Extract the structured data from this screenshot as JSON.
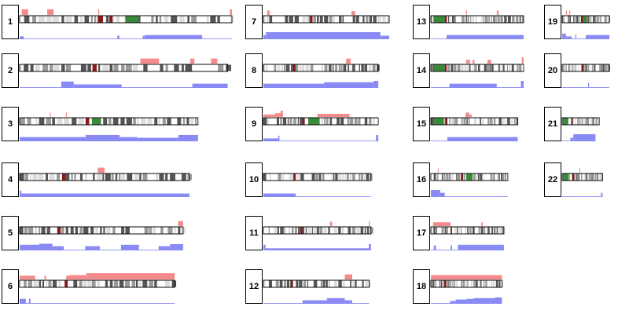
{
  "colors": {
    "gain": "#f48a8a",
    "loss": "#8a8af4",
    "centromere": "#8a1a1a",
    "highlight": "#3a8a3a",
    "band_dark": "#555555",
    "band_mid": "#999999",
    "band_light": "#dddddd"
  },
  "chromosomes": [
    {
      "label": "1",
      "size": 1.0,
      "loss": [
        [
          0,
          0.02,
          0.4
        ],
        [
          0.02,
          0.46,
          0.1
        ],
        [
          0.46,
          0.47,
          0.5
        ],
        [
          0.47,
          0.58,
          0.1
        ],
        [
          0.58,
          0.59,
          0.5
        ],
        [
          0.59,
          0.86,
          0.6
        ],
        [
          0.86,
          1,
          0.1
        ]
      ],
      "gain": [
        [
          0.01,
          0.04,
          0.9
        ],
        [
          0.13,
          0.16,
          0.9
        ],
        [
          0.37,
          0.375,
          0.9
        ],
        [
          0.99,
          1,
          0.9
        ]
      ],
      "marks": [
        {
          "p": 0.38,
          "c": "centromere",
          "w": 0.025
        },
        {
          "p": 0.43,
          "c": "centromere",
          "w": 0.015
        },
        {
          "p": 0.53,
          "c": "highlight",
          "w": 0.06
        }
      ]
    },
    {
      "label": "2",
      "size": 0.98,
      "loss": [
        [
          0,
          0.2,
          0.1
        ],
        [
          0.2,
          0.26,
          0.9
        ],
        [
          0.26,
          0.49,
          0.5
        ],
        [
          0.49,
          0.83,
          0.1
        ],
        [
          0.83,
          1,
          0.6
        ]
      ],
      "gain": [
        [
          0.58,
          0.67,
          0.8
        ],
        [
          0.82,
          0.84,
          0.8
        ],
        [
          0.92,
          0.95,
          0.8
        ]
      ],
      "marks": [
        {
          "p": 0.36,
          "c": "centromere",
          "w": 0.02
        }
      ]
    },
    {
      "label": "3",
      "size": 0.84,
      "loss": [
        [
          0,
          0.37,
          0.6
        ],
        [
          0.37,
          0.56,
          0.9
        ],
        [
          0.56,
          0.66,
          0.6
        ],
        [
          0.66,
          0.89,
          0.5
        ],
        [
          0.89,
          1,
          0.9
        ]
      ],
      "gain": [
        [
          0.17,
          0.175,
          0.7
        ],
        [
          0.26,
          0.265,
          0.7
        ]
      ],
      "marks": [
        {
          "p": 0.38,
          "c": "centromere",
          "w": 0.02
        },
        {
          "p": 0.43,
          "c": "highlight",
          "w": 0.05
        }
      ]
    },
    {
      "label": "4",
      "size": 0.8,
      "loss": [
        [
          0,
          0.01,
          0.9
        ],
        [
          0.01,
          1,
          0.5
        ]
      ],
      "gain": [
        [
          0.46,
          0.5,
          0.8
        ]
      ],
      "marks": [
        {
          "p": 0.26,
          "c": "centromere",
          "w": 0.02
        }
      ]
    },
    {
      "label": "5",
      "size": 0.77,
      "loss": [
        [
          0,
          0.12,
          0.8
        ],
        [
          0.12,
          0.2,
          0.95
        ],
        [
          0.2,
          0.27,
          0.6
        ],
        [
          0.27,
          0.4,
          0.1
        ],
        [
          0.4,
          0.49,
          0.6
        ],
        [
          0.49,
          0.62,
          0.1
        ],
        [
          0.62,
          0.73,
          0.8
        ],
        [
          0.73,
          0.85,
          0.1
        ],
        [
          0.85,
          0.92,
          0.6
        ],
        [
          0.92,
          1,
          0.9
        ]
      ],
      "gain": [
        [
          0.97,
          1,
          0.8
        ]
      ],
      "marks": [
        {
          "p": 0.24,
          "c": "centromere",
          "w": 0.02
        }
      ]
    },
    {
      "label": "6",
      "size": 0.73,
      "loss": [
        [
          0,
          0.04,
          0.7
        ],
        [
          0.04,
          0.06,
          0.1
        ],
        [
          0.06,
          0.07,
          0.7
        ],
        [
          0.07,
          1,
          0.1
        ]
      ],
      "gain": [
        [
          0,
          0.1,
          0.6
        ],
        [
          0.16,
          0.17,
          0.6
        ],
        [
          0.3,
          0.33,
          0.6
        ],
        [
          0.32,
          0.43,
          0.7
        ],
        [
          0.43,
          1,
          1.0
        ]
      ],
      "marks": [
        {
          "p": 0.3,
          "c": "centromere",
          "w": 0.02
        }
      ]
    },
    {
      "label": "7",
      "size": 0.69,
      "loss": [
        [
          0,
          0.02,
          0.6
        ],
        [
          0.02,
          0.93,
          1.0
        ],
        [
          0.93,
          1,
          0.5
        ]
      ],
      "gain": [
        [
          0.03,
          0.05,
          0.7
        ],
        [
          0.7,
          0.73,
          0.6
        ]
      ],
      "marks": [
        {
          "p": 0.38,
          "c": "centromere",
          "w": 0.02
        }
      ]
    },
    {
      "label": "8",
      "size": 0.63,
      "loss": [
        [
          0,
          0.53,
          0.6
        ],
        [
          0.53,
          0.96,
          0.8
        ],
        [
          0.96,
          1,
          1.0
        ]
      ],
      "gain": [
        [
          0.72,
          0.76,
          0.8
        ]
      ],
      "marks": [
        {
          "p": 0.27,
          "c": "centromere",
          "w": 0.02
        }
      ]
    },
    {
      "label": "9",
      "size": 0.63,
      "loss": [
        [
          0,
          0.13,
          0.4
        ],
        [
          0.13,
          0.14,
          0.8
        ],
        [
          0.14,
          0.98,
          0.1
        ],
        [
          0.98,
          1,
          0.9
        ]
      ],
      "gain": [
        [
          0,
          0.1,
          0.4
        ],
        [
          0.1,
          0.16,
          0.6
        ],
        [
          0.15,
          0.17,
          1.0
        ],
        [
          0.47,
          0.75,
          0.5
        ]
      ],
      "marks": [
        {
          "p": 0.35,
          "c": "centromere",
          "w": 0.02
        },
        {
          "p": 0.44,
          "c": "highlight",
          "w": 0.1
        }
      ]
    },
    {
      "label": "10",
      "size": 0.59,
      "loss": [
        [
          0,
          0.3,
          0.5
        ],
        [
          0.3,
          1,
          0.1
        ]
      ],
      "gain": [],
      "marks": [
        {
          "p": 0.29,
          "c": "centromere",
          "w": 0.02
        }
      ]
    },
    {
      "label": "11",
      "size": 0.59,
      "loss": [
        [
          0,
          0.02,
          0.8
        ],
        [
          0.02,
          0.98,
          0.3
        ],
        [
          0.98,
          1,
          0.9
        ]
      ],
      "gain": [
        [
          0.62,
          0.64,
          0.7
        ],
        [
          0.98,
          0.99,
          0.8
        ]
      ],
      "marks": [
        {
          "p": 0.35,
          "c": "centromere",
          "w": 0.02
        }
      ]
    },
    {
      "label": "12",
      "size": 0.58,
      "loss": [
        [
          0,
          0.37,
          0.1
        ],
        [
          0.37,
          0.6,
          0.5
        ],
        [
          0.6,
          0.77,
          0.8
        ],
        [
          0.77,
          0.84,
          0.5
        ],
        [
          0.84,
          1,
          0.1
        ]
      ],
      "gain": [
        [
          0.77,
          0.84,
          0.8
        ]
      ],
      "marks": [
        {
          "p": 0.27,
          "c": "centromere",
          "w": 0.02
        }
      ]
    },
    {
      "label": "13",
      "size": 0.47,
      "loss": [
        [
          0,
          0.17,
          0.1
        ],
        [
          0.17,
          1,
          0.6
        ]
      ],
      "gain": [
        [
          0.38,
          0.39,
          0.7
        ],
        [
          0.71,
          0.73,
          0.7
        ]
      ],
      "marks": [
        {
          "p": 0.09,
          "c": "highlight",
          "w": 0.12
        },
        {
          "p": 0.16,
          "c": "centromere",
          "w": 0.02
        }
      ]
    },
    {
      "label": "14",
      "size": 0.47,
      "loss": [
        [
          0,
          0.2,
          0.1
        ],
        [
          0.2,
          0.71,
          0.6
        ],
        [
          0.71,
          0.97,
          0.1
        ],
        [
          0.97,
          1,
          1.0
        ]
      ],
      "gain": [
        [
          0.38,
          0.42,
          0.6
        ],
        [
          0.45,
          0.47,
          0.6
        ],
        [
          0.61,
          0.65,
          0.6
        ],
        [
          0.98,
          1,
          1.0
        ]
      ],
      "marks": [
        {
          "p": 0.09,
          "c": "highlight",
          "w": 0.12
        },
        {
          "p": 0.16,
          "c": "centromere",
          "w": 0.02
        }
      ]
    },
    {
      "label": "15",
      "size": 0.44,
      "loss": [
        [
          0,
          0.19,
          0.1
        ],
        [
          0.19,
          1,
          0.6
        ]
      ],
      "gain": [
        [
          0.4,
          0.44,
          0.7
        ],
        [
          0.44,
          0.47,
          0.4
        ]
      ],
      "marks": [
        {
          "p": 0.09,
          "c": "highlight",
          "w": 0.12
        },
        {
          "p": 0.18,
          "c": "centromere",
          "w": 0.02
        }
      ]
    },
    {
      "label": "16",
      "size": 0.39,
      "loss": [
        [
          0,
          0.12,
          1.0
        ],
        [
          0.12,
          0.18,
          0.6
        ],
        [
          0.18,
          1,
          0.1
        ]
      ],
      "gain": [
        [
          0.09,
          0.1,
          0.7
        ]
      ],
      "marks": [
        {
          "p": 0.41,
          "c": "centromere",
          "w": 0.02
        },
        {
          "p": 0.5,
          "c": "highlight",
          "w": 0.08
        }
      ]
    },
    {
      "label": "17",
      "size": 0.37,
      "loss": [
        [
          0,
          0.04,
          0.1
        ],
        [
          0.04,
          0.07,
          0.7
        ],
        [
          0.07,
          0.27,
          0.1
        ],
        [
          0.27,
          0.29,
          0.7
        ],
        [
          0.29,
          0.37,
          0.1
        ],
        [
          0.37,
          1,
          0.8
        ]
      ],
      "gain": [
        [
          0.03,
          0.27,
          0.6
        ],
        [
          0.69,
          0.71,
          0.6
        ]
      ],
      "marks": [
        {
          "p": 0.28,
          "c": "centromere",
          "w": 0.02
        }
      ]
    },
    {
      "label": "18",
      "size": 0.36,
      "loss": [
        [
          0,
          0.27,
          0.1
        ],
        [
          0.27,
          0.35,
          0.4
        ],
        [
          0.35,
          0.5,
          0.6
        ],
        [
          0.5,
          0.6,
          0.7
        ],
        [
          0.6,
          0.9,
          0.8
        ],
        [
          0.9,
          1,
          0.9
        ]
      ],
      "gain": [
        [
          0,
          0.25,
          0.7
        ],
        [
          0.25,
          1,
          0.7
        ]
      ],
      "marks": [
        {
          "p": 0.2,
          "c": "centromere",
          "w": 0.03
        }
      ]
    },
    {
      "label": "19",
      "size": 0.28,
      "loss": [
        [
          0,
          0.08,
          0.8
        ],
        [
          0.08,
          0.2,
          0.4
        ],
        [
          0.2,
          0.28,
          0.1
        ],
        [
          0.28,
          0.3,
          0.7
        ],
        [
          0.3,
          0.5,
          0.1
        ],
        [
          0.5,
          1,
          0.6
        ]
      ],
      "gain": [
        [
          0.08,
          0.1,
          0.7
        ],
        [
          0.15,
          0.17,
          0.7
        ]
      ],
      "marks": [
        {
          "p": 0.42,
          "c": "centromere",
          "w": 0.04
        },
        {
          "p": 0.48,
          "c": "highlight",
          "w": 0.08
        }
      ]
    },
    {
      "label": "20",
      "size": 0.28,
      "loss": [
        [
          0,
          0.55,
          0.1
        ],
        [
          0.55,
          0.57,
          0.7
        ],
        [
          0.57,
          1,
          0.1
        ]
      ],
      "gain": [],
      "marks": [
        {
          "p": 0.44,
          "c": "centromere",
          "w": 0.04
        }
      ]
    },
    {
      "label": "21",
      "size": 0.22,
      "loss": [
        [
          0,
          0.22,
          0.1
        ],
        [
          0.22,
          0.3,
          0.5
        ],
        [
          0.3,
          0.31,
          0.9
        ],
        [
          0.31,
          0.9,
          1.0
        ]
      ],
      "gain": [],
      "marks": [
        {
          "p": 0.09,
          "c": "highlight",
          "w": 0.15
        },
        {
          "p": 0.26,
          "c": "centromere",
          "w": 0.04
        }
      ]
    },
    {
      "label": "22",
      "size": 0.24,
      "loss": [
        [
          0,
          0.3,
          0.1
        ],
        [
          0.3,
          0.96,
          0.1
        ],
        [
          0.96,
          1,
          0.6
        ]
      ],
      "gain": [
        [
          0.43,
          0.45,
          0.8
        ]
      ],
      "marks": [
        {
          "p": 0.09,
          "c": "highlight",
          "w": 0.15
        },
        {
          "p": 0.27,
          "c": "centromere",
          "w": 0.05
        }
      ]
    }
  ]
}
